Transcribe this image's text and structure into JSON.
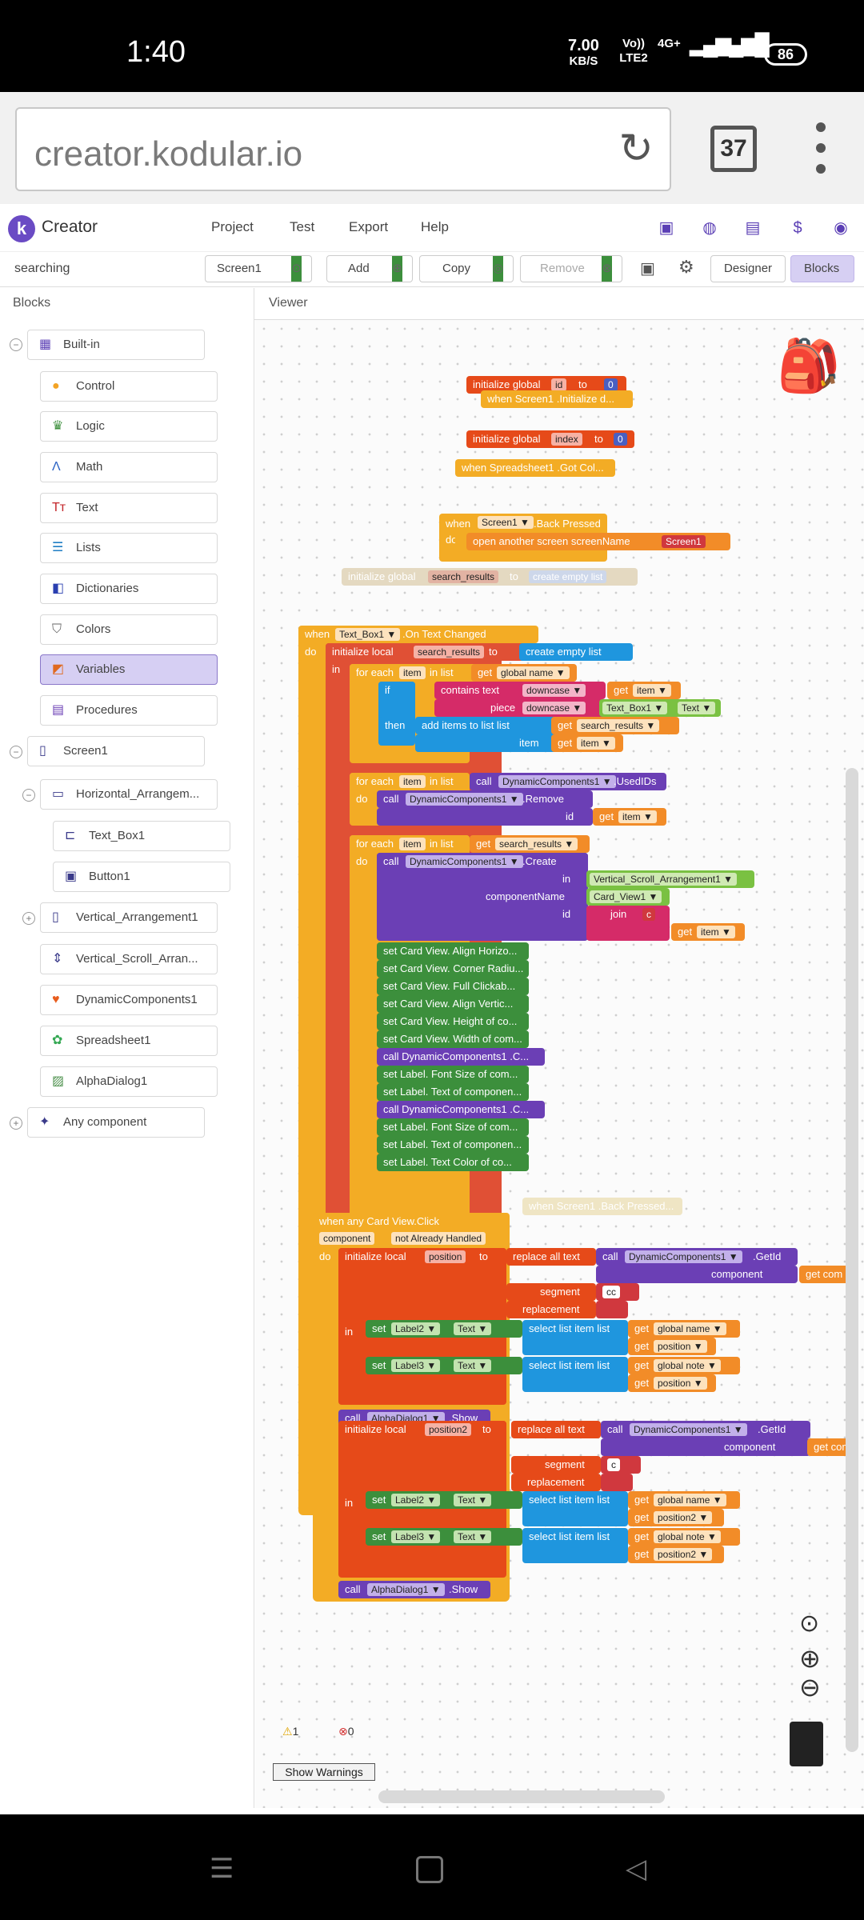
{
  "status_bar": {
    "time": "1:40",
    "speed": "7.00",
    "speed_unit": "KB/S",
    "volte": "Vo)) LTE2",
    "network": "4G+",
    "battery": "86"
  },
  "browser": {
    "url": "creator.kodular.io",
    "tab_count": "37"
  },
  "app": {
    "name": "Creator",
    "menu": [
      "Project",
      "Test",
      "Export",
      "Help"
    ]
  },
  "toolbar": {
    "screen_name": "searching",
    "screen_select": "Screen1",
    "add_label": "Add",
    "copy_label": "Copy",
    "remove_label": "Remove",
    "designer_label": "Designer",
    "blocks_label": "Blocks"
  },
  "panels": {
    "blocks": "Blocks",
    "viewer": "Viewer"
  },
  "tree": {
    "builtin": "Built-in",
    "items": [
      "Control",
      "Logic",
      "Math",
      "Text",
      "Lists",
      "Dictionaries",
      "Colors",
      "Variables",
      "Procedures"
    ],
    "screen": "Screen1",
    "horizontal": "Horizontal_Arrangem...",
    "textbox": "Text_Box1",
    "button": "Button1",
    "vertical": "Vertical_Arrangement1",
    "vscroll": "Vertical_Scroll_Arran...",
    "dynamic": "DynamicComponents1",
    "spreadsheet": "Spreadsheet1",
    "alpha": "AlphaDialog1",
    "any": "Any component"
  },
  "blocks": {
    "b1": "initialize global",
    "id": "id",
    "to": "to",
    "zero": "0",
    "b2": "when Screen1 .Initialize d...",
    "index": "index",
    "b4": "when Spreadsheet1 .Got Col...",
    "when": "when",
    "screen1": "Screen1 ▼",
    "backpressed": ".Back Pressed",
    "do": "do",
    "openscreen": "open another screen  screenName",
    "screen1str": "Screen1",
    "searchres": "search_results",
    "createlist": "create empty list",
    "textbox": "Text_Box1 ▼",
    "textchanged": ".On Text Changed",
    "initlocal": "initialize local",
    "in": "in",
    "foreach": "for each",
    "item": "item",
    "inlist": "in list",
    "get": "get",
    "globalname": "global name ▼",
    "if": "if",
    "containstext": "contains  text",
    "downcase": "downcase ▼",
    "getitem": "item ▼",
    "piece": "piece",
    "text": "Text ▼",
    "then": "then",
    "additems": "add items to list   list",
    "searchres_get": "search_results ▼",
    "dyn": "DynamicComponents1 ▼",
    "usedids": ".UsedIDs",
    "remove": ".Remove",
    "call": "call",
    "idlbl": "id",
    "create": ".Create",
    "vsa": "Vertical_Scroll_Arrangement1 ▼",
    "compname": "componentName",
    "cardview": "Card_View1 ▼",
    "join": "join",
    "c": "c",
    "setlines": [
      "set Card View. Align Horizo...",
      "set Card View. Corner Radiu...",
      "set Card View. Full Clickab...",
      "set Card View. Align Vertic...",
      "set Card View. Height of co...",
      "set Card View. Width of com...",
      "call DynamicComponents1 .C...",
      "set Label. Font Size of com...",
      "set Label. Text of componen...",
      "call DynamicComponents1 .C...",
      "set Label. Font Size of com...",
      "set Label. Text of componen...",
      "set Label. Text Color of co..."
    ],
    "disabled_back": "when Screen1 .Back Pressed...",
    "anycard": "when any Card View.Click",
    "component": "component",
    "notalready": "not Already Handled",
    "position": "position",
    "replaceall": "replace all text",
    "getid": ".GetId",
    "componentlbl": "component",
    "getcom": "get com",
    "segment": "segment",
    "replacement": "replacement",
    "cc": "cc",
    "set": "set",
    "label2": "Label2 ▼",
    "label3": "Label3 ▼",
    "selectitem": "select list item  list",
    "globalnote": "global note ▼",
    "position_get": "position ▼",
    "alpha": "AlphaDialog1 ▼",
    "show": ".Show",
    "position2": "position2",
    "position2_get": "position2 ▼",
    "c_str": "c"
  },
  "warnings": {
    "warn_count": "1",
    "error_count": "0",
    "show_label": "Show Warnings"
  }
}
